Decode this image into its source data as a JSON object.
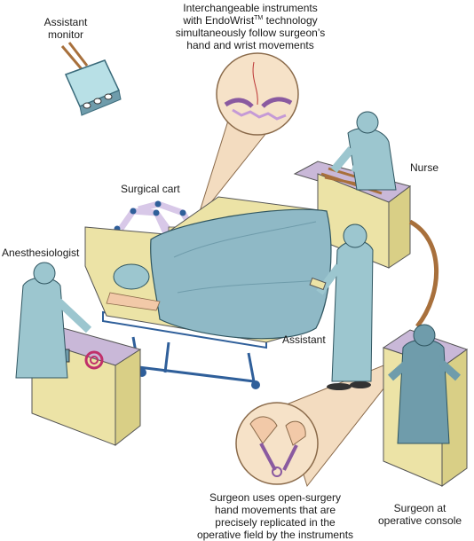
{
  "labels": {
    "assistant_monitor_line1": "Assistant",
    "assistant_monitor_line2": "monitor",
    "instruments_line1": "Interchangeable instruments",
    "instruments_line2a": "with EndoWrist",
    "instruments_line2_tm": "TM",
    "instruments_line2b": " technology",
    "instruments_line3": "simultaneously follow surgeon’s",
    "instruments_line4": "hand and wrist movements",
    "surgical_cart": "Surgical cart",
    "nurse": "Nurse",
    "anesthesiologist": "Anesthesiologist",
    "assistant": "Assistant",
    "surgeon_hands_line1": "Surgeon uses open-surgery",
    "surgeon_hands_line2": "hand movements that are",
    "surgeon_hands_line3": "precisely replicated in the",
    "surgeon_hands_line4": "operative field by the instruments",
    "surgeon_console_line1": "Surgeon at",
    "surgeon_console_line2": "operative console"
  },
  "colors": {
    "drape": "#8fb9c6",
    "drape_dark": "#6f9cab",
    "scrubs": "#9cc6cf",
    "cabinet": "#ece3a6",
    "cabinet_side": "#d9cf86",
    "cabinet_top": "#c9b8d8",
    "bed_frame": "#2f5f9a",
    "skin": "#f2c9a8",
    "robot_arm": "#d8c8e8",
    "cable": "#a8703c",
    "callout": "#f3dcc0",
    "callout_edge": "#8a6a4a"
  }
}
